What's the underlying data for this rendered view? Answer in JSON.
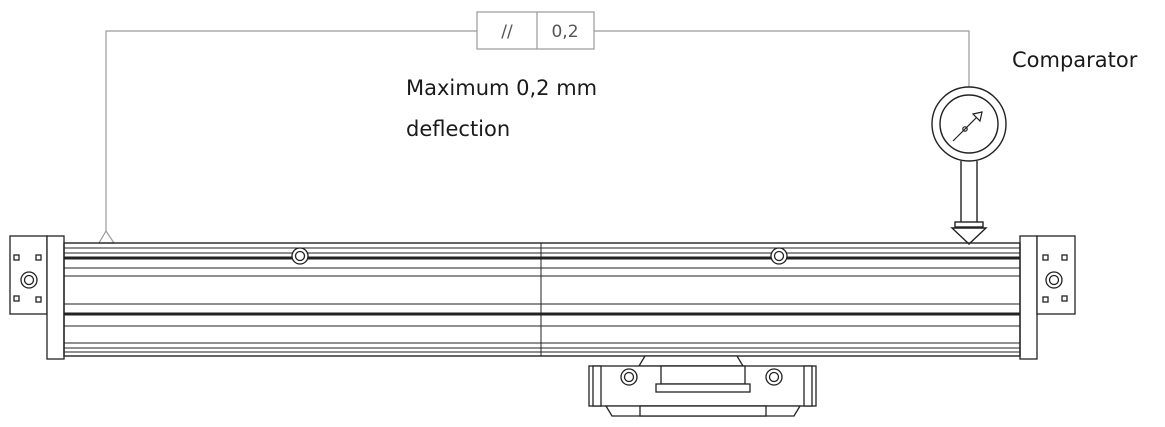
{
  "tolerance": {
    "symbol": "//",
    "value": "0,2"
  },
  "annotations": {
    "deflection_line1": "Maximum 0,2 mm",
    "deflection_line2": "deflection",
    "comparator": "Comparator"
  }
}
